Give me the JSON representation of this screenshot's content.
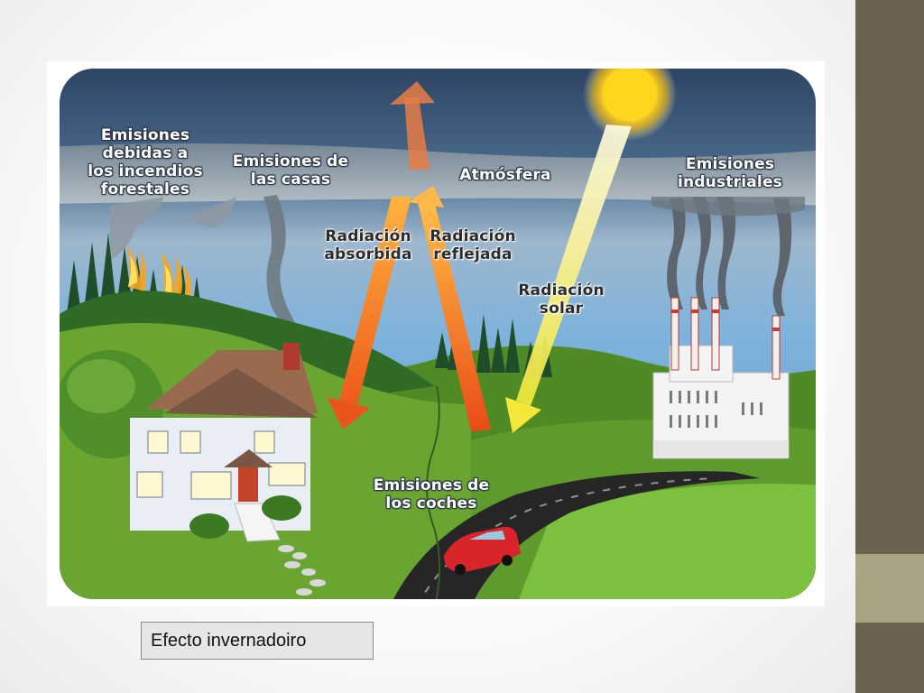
{
  "labels": {
    "forest": "Emisiones\ndebidas a\nlos incendios\nforestales",
    "houses": "Emisiones de\nlas casas",
    "atmosphere": "Atmósfera",
    "industrial": "Emisiones\nindustriales",
    "absorbed": "Radiación\nabsorbida",
    "reflected": "Radiación\nreflejada",
    "solar": "Radiación\nsolar",
    "cars": "Emisiones de\nlos coches"
  },
  "caption": "Efecto invernadoiro",
  "colors": {
    "sidebar": "#6b6350",
    "accent": "#a8a482",
    "sky_top": "#2f4566",
    "grass": "#5f9a2c"
  }
}
